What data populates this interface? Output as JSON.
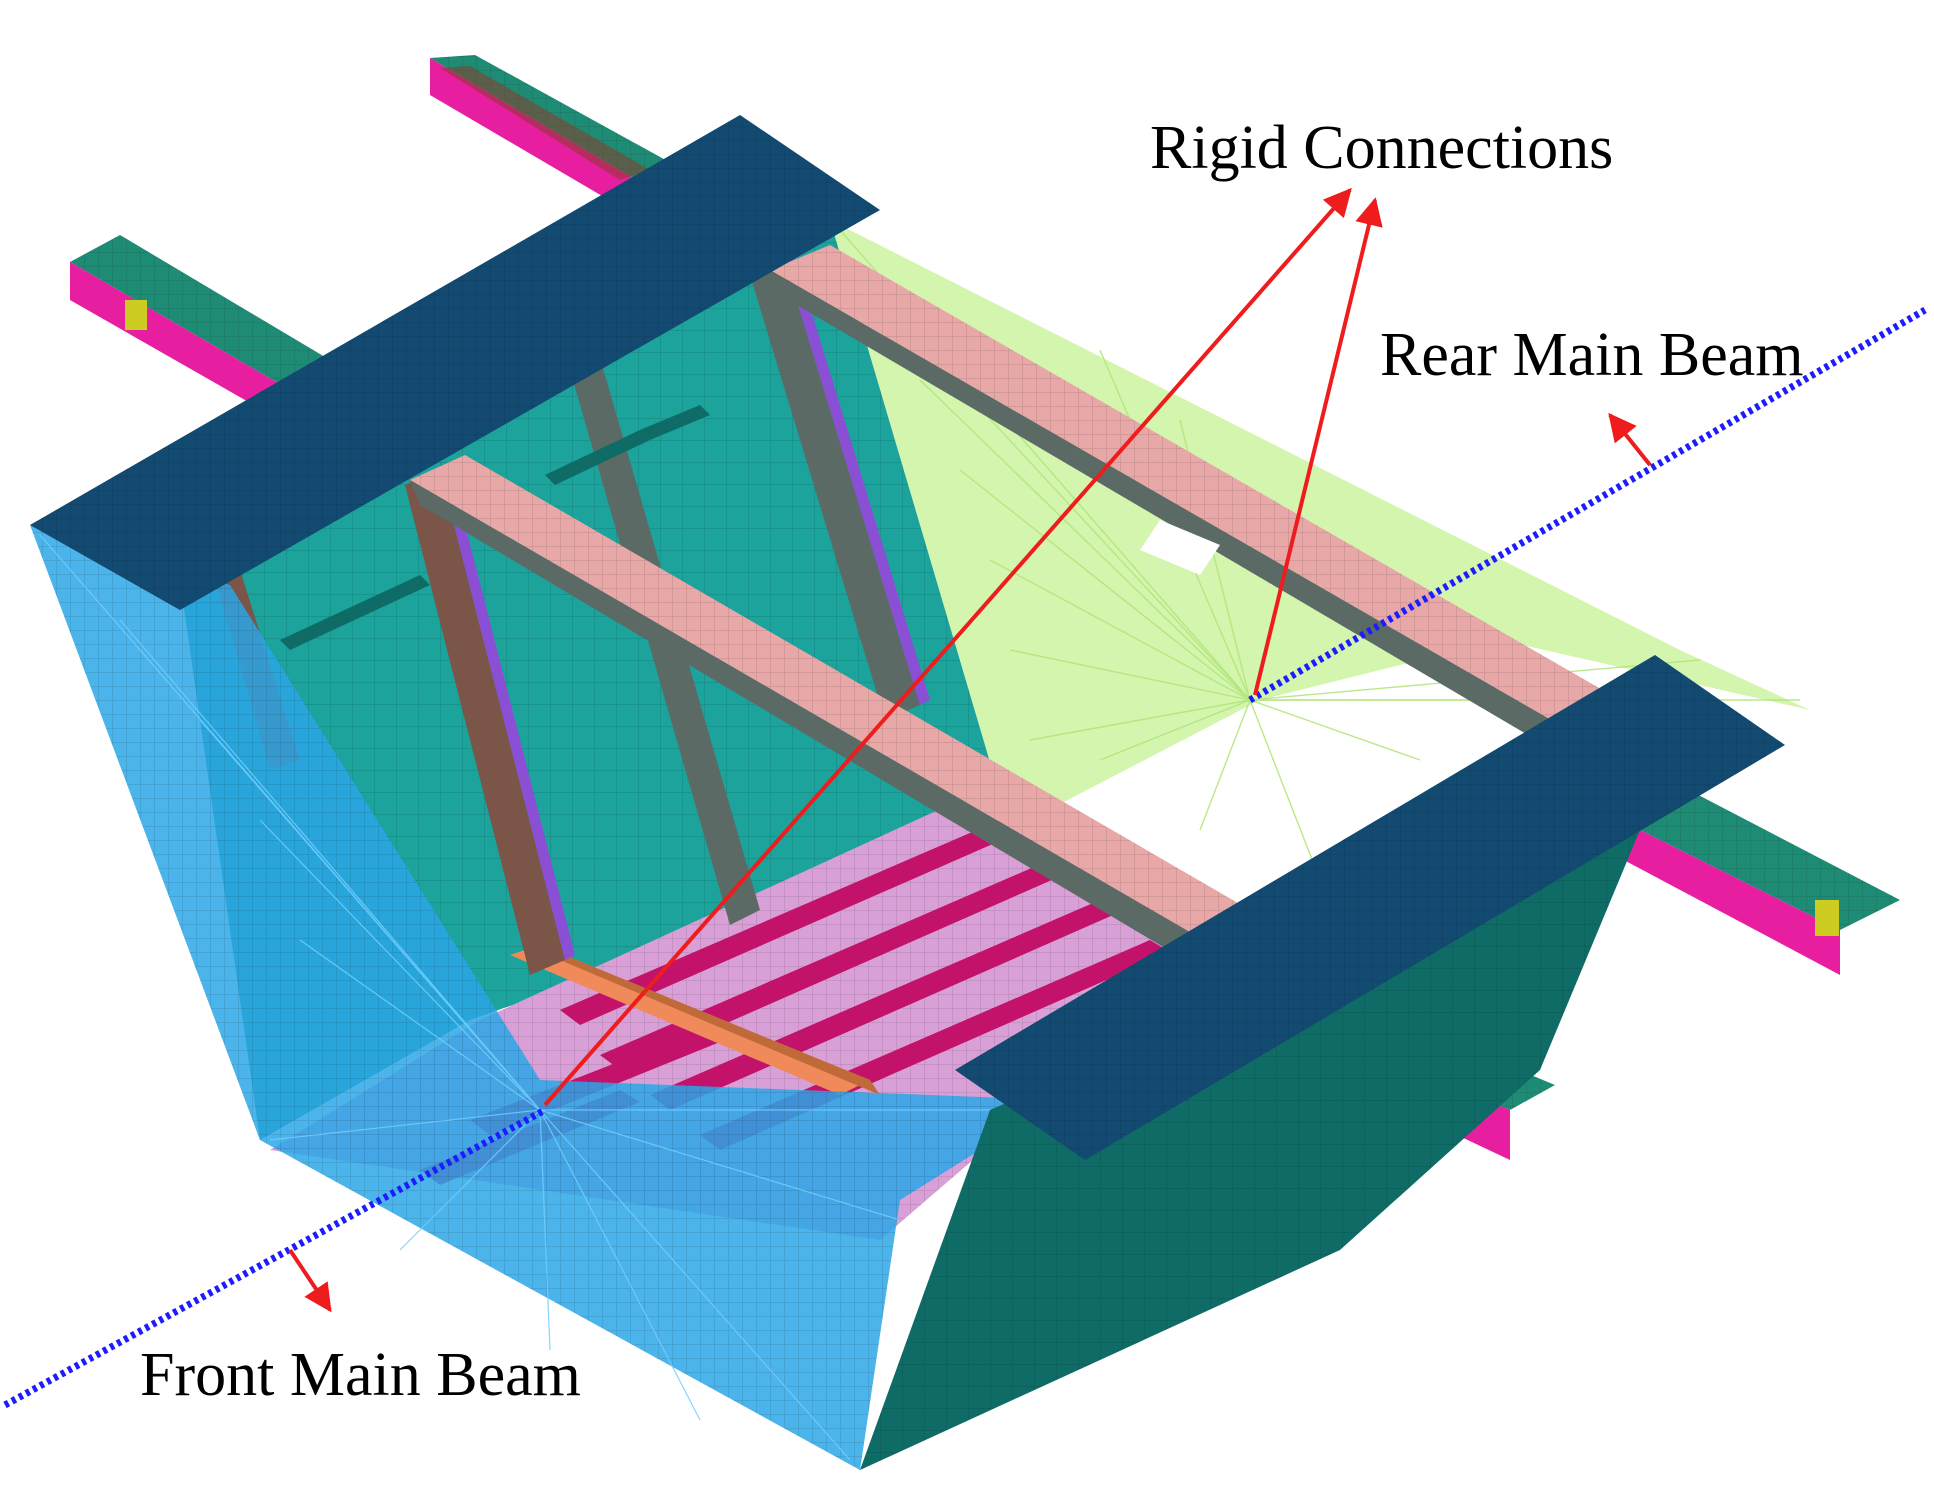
{
  "labels": {
    "rigid_connections": "Rigid Connections",
    "rear_main_beam": "Rear Main Beam",
    "front_main_beam": "Front Main Beam"
  },
  "colors": {
    "deck_plate": "#124a72",
    "side_panel": "#1ba39c",
    "side_panel_shade": "#0f6b66",
    "front_fan": "#2aa7e8",
    "rear_fan": "#c8f39a",
    "cross_beam": "#e8a8a8",
    "bottom_plate": "#d9a0d8",
    "longitudinal_rib": "#c2126a",
    "strut": "#7a5548",
    "strut_edge": "#8b4fd6",
    "outrigger": "#1e8c74",
    "outrigger_side": "#e81ea0",
    "main_beam_line": "#1c1cff",
    "annotation": "#ee1c1c"
  }
}
